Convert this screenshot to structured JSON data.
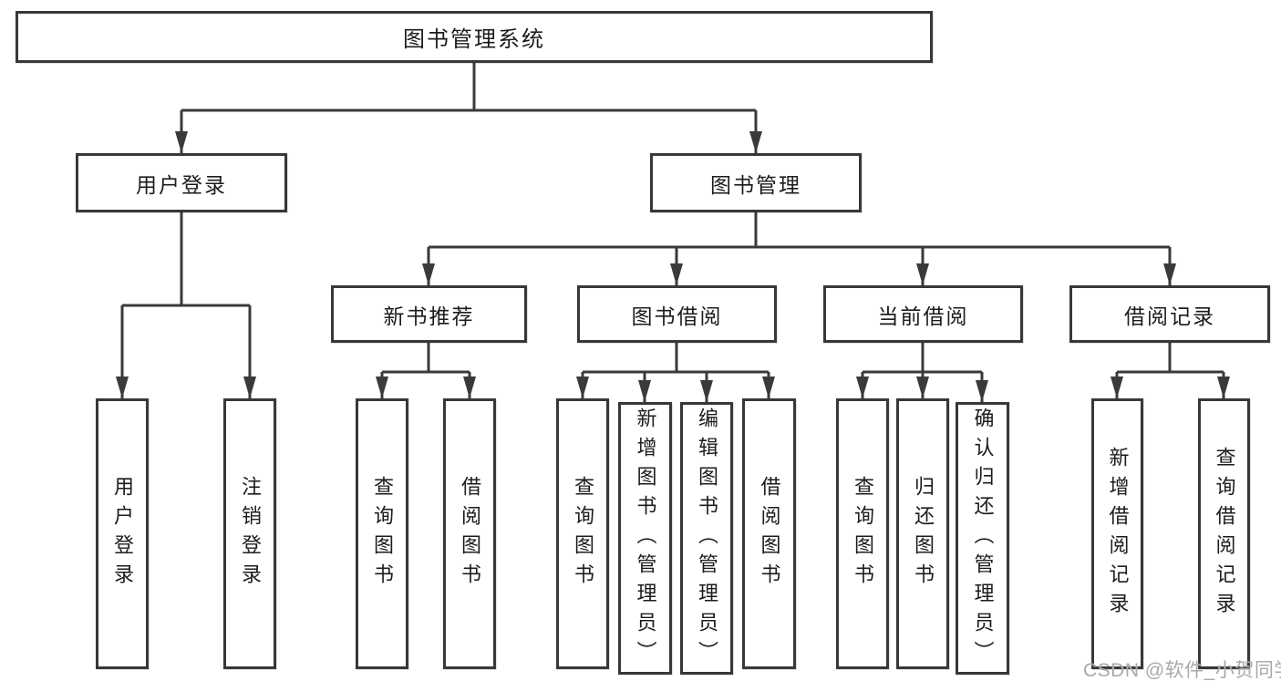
{
  "diagram": {
    "title": "图书管理系统",
    "watermark": "CSDN @软件_小贺同学",
    "colors": {
      "line": "#3a3a3a",
      "box_border": "#383838",
      "text": "#1c1c1c",
      "watermark": "#a9a9a9",
      "background": "#ffffff"
    },
    "nodes": {
      "root": {
        "label": "图书管理系统"
      },
      "user_login": {
        "label": "用户登录"
      },
      "book_mgmt": {
        "label": "图书管理"
      },
      "new_books": {
        "label": "新书推荐"
      },
      "book_borrow": {
        "label": "图书借阅"
      },
      "current_borrow": {
        "label": "当前借阅"
      },
      "borrow_records": {
        "label": "借阅记录"
      },
      "leaf_user_login": {
        "label": "用户登录"
      },
      "leaf_logout": {
        "label": "注销登录"
      },
      "leaf_nb_query": {
        "label": "查询图书"
      },
      "leaf_nb_borrow": {
        "label": "借阅图书"
      },
      "leaf_bb_query": {
        "label": "查询图书"
      },
      "leaf_bb_add": {
        "label": "新增图书（管理员）"
      },
      "leaf_bb_edit": {
        "label": "编辑图书（管理员）"
      },
      "leaf_bb_borrow": {
        "label": "借阅图书"
      },
      "leaf_cb_query": {
        "label": "查询图书"
      },
      "leaf_cb_return": {
        "label": "归还图书"
      },
      "leaf_cb_confirm": {
        "label": "确认归还（管理员）"
      },
      "leaf_rec_add": {
        "label": "新增借阅记录"
      },
      "leaf_rec_query": {
        "label": "查询借阅记录"
      }
    },
    "hierarchy": {
      "图书管理系统": [
        "用户登录",
        "图书管理"
      ],
      "用户登录": [
        "用户登录",
        "注销登录"
      ],
      "图书管理": [
        "新书推荐",
        "图书借阅",
        "当前借阅",
        "借阅记录"
      ],
      "新书推荐": [
        "查询图书",
        "借阅图书"
      ],
      "图书借阅": [
        "查询图书",
        "新增图书（管理员）",
        "编辑图书（管理员）",
        "借阅图书"
      ],
      "当前借阅": [
        "查询图书",
        "归还图书",
        "确认归还（管理员）"
      ],
      "借阅记录": [
        "新增借阅记录",
        "查询借阅记录"
      ]
    }
  }
}
